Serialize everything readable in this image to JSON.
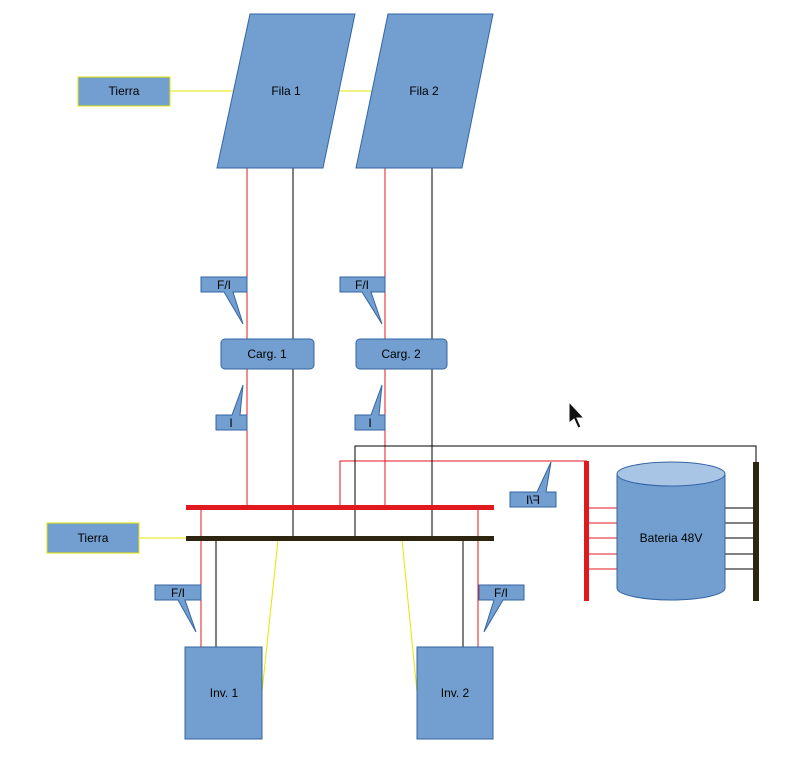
{
  "colors": {
    "shape_fill": "#729fcf",
    "shape_stroke": "#3465a4",
    "ground_fill": "#729fcf",
    "ground_stroke": "#e6e600",
    "dc_positive": "#e0191f",
    "dc_negative": "#000000",
    "bus_negative": "#2e2510",
    "ground_wire": "#e6e600"
  },
  "ground_labels": {
    "top": "Tierra",
    "bottom": "Tierra"
  },
  "panels": {
    "row1": "Fila 1",
    "row2": "Fila 2"
  },
  "chargers": {
    "charger1": "Carg. 1",
    "charger2": "Carg. 2"
  },
  "callouts": {
    "fi_row1": "F/I",
    "fi_row2": "F/I",
    "i_charger1": "I",
    "i_charger2": "I",
    "fi_battery": "F/I",
    "fi_inverter1": "F/I",
    "fi_inverter2": "F/I"
  },
  "battery": {
    "label": "Bateria 48V"
  },
  "inverters": {
    "inv1": "Inv. 1",
    "inv2": "Inv. 2"
  },
  "cursor_icon": "mouse-pointer-icon"
}
